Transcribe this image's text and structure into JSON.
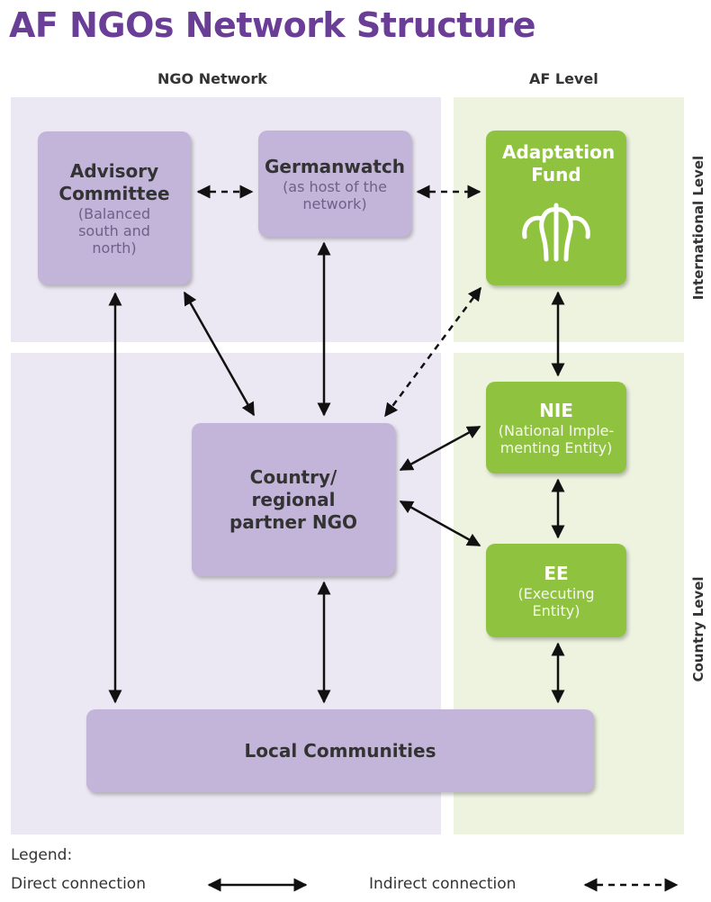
{
  "title": "AF NGOs Network Structure",
  "columns": {
    "ngo": "NGO Network",
    "af": "AF Level"
  },
  "side_labels": {
    "international": "International Level",
    "country": "Country Level"
  },
  "boxes": {
    "advisory": {
      "title": "Advisory Committee",
      "sub": "(Balanced south and north)"
    },
    "germanwatch": {
      "title": "Germanwatch",
      "sub": "(as host of the network)"
    },
    "adaptation": {
      "title": "Adaptation Fund"
    },
    "country": {
      "title": "Country/ regional partner NGO"
    },
    "nie": {
      "title": "NIE",
      "sub": "(National Imple-menting Entity)"
    },
    "ee": {
      "title": "EE",
      "sub": "(Executing Entity)"
    },
    "local": {
      "title": "Local Communities"
    }
  },
  "legend": {
    "title": "Legend:",
    "direct": "Direct connection",
    "indirect": "Indirect connection"
  },
  "colors": {
    "title": "#6a3d96",
    "purple_box": "#c3b5d9",
    "green_box": "#8fc33f",
    "ngo_bg": "#ece8f3",
    "af_bg": "#eef3e0"
  }
}
